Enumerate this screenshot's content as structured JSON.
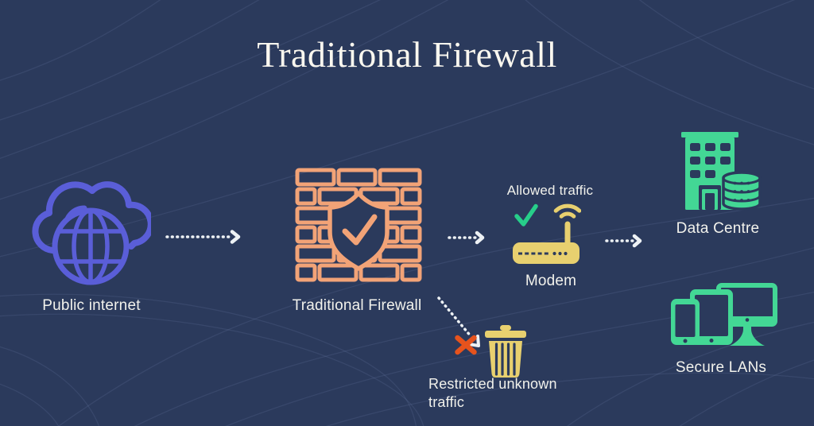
{
  "title": "Traditional Firewall",
  "colors": {
    "background": "#2b3a5c",
    "contour_line": "#7d92bd",
    "internet_purple": "#5a5ed8",
    "firewall_orange": "#f2a377",
    "modem_yellow": "#e8d06f",
    "secure_green": "#43d795",
    "check_green": "#27ce8a",
    "cross_red": "#e6531d",
    "arrow_white": "#edf1f4",
    "text_white": "#f2f2ec",
    "title_white": "#faf7ef"
  },
  "nodes": {
    "public_internet": {
      "label": "Public internet",
      "icon": "cloud-globe"
    },
    "traditional_firewall": {
      "label": "Traditional Firewall",
      "icon": "brick-wall-shield"
    },
    "modem": {
      "label": "Modem",
      "annotation": "Allowed traffic",
      "icon": "wifi-router"
    },
    "data_centre": {
      "label": "Data Centre",
      "icon": "building-database"
    },
    "secure_lans": {
      "label": "Secure LANs",
      "icon": "phone-tablet-monitor"
    },
    "restricted_traffic": {
      "label": "Restricted unknown traffic",
      "icon": "trash-can"
    }
  }
}
